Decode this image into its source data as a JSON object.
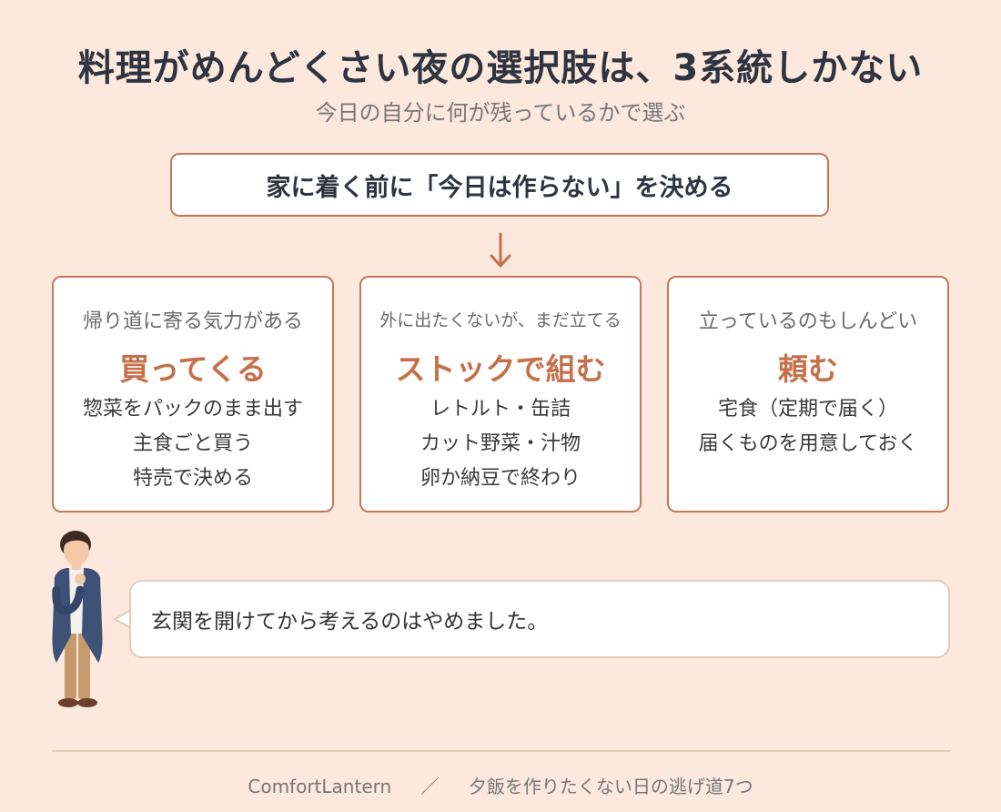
{
  "title": "料理がめんどくさい夜の選択肢は、3系統しかない",
  "subtitle": "今日の自分に何が残っているかで選ぶ",
  "decision": "家に着く前に「今日は作らない」を決める",
  "arrow_icon": "arrow-down-icon",
  "cards": [
    {
      "condition": "帰り道に寄る気力がある",
      "heading": "買ってくる",
      "items": [
        "惣菜をパックのまま出す",
        "主食ごと買う",
        "特売で決める"
      ]
    },
    {
      "condition": "外に出たくないが、まだ立てる",
      "heading": "ストックで組む",
      "items": [
        "レトルト・缶詰",
        "カット野菜・汁物",
        "卵か納豆で終わり"
      ]
    },
    {
      "condition": "立っているのもしんどい",
      "heading": "頼む",
      "items": [
        "宅食（定期で届く）",
        "届くものを用意しておく"
      ]
    }
  ],
  "bubble": "玄関を開けてから考えるのはやめました。",
  "footer": {
    "brand": "ComfortLantern",
    "separator": "／",
    "article": "夕飯を作りたくない日の逃げ道7つ"
  },
  "colors": {
    "background": "#fce8dc",
    "accent": "#c4704a",
    "border": "#c4785a"
  }
}
